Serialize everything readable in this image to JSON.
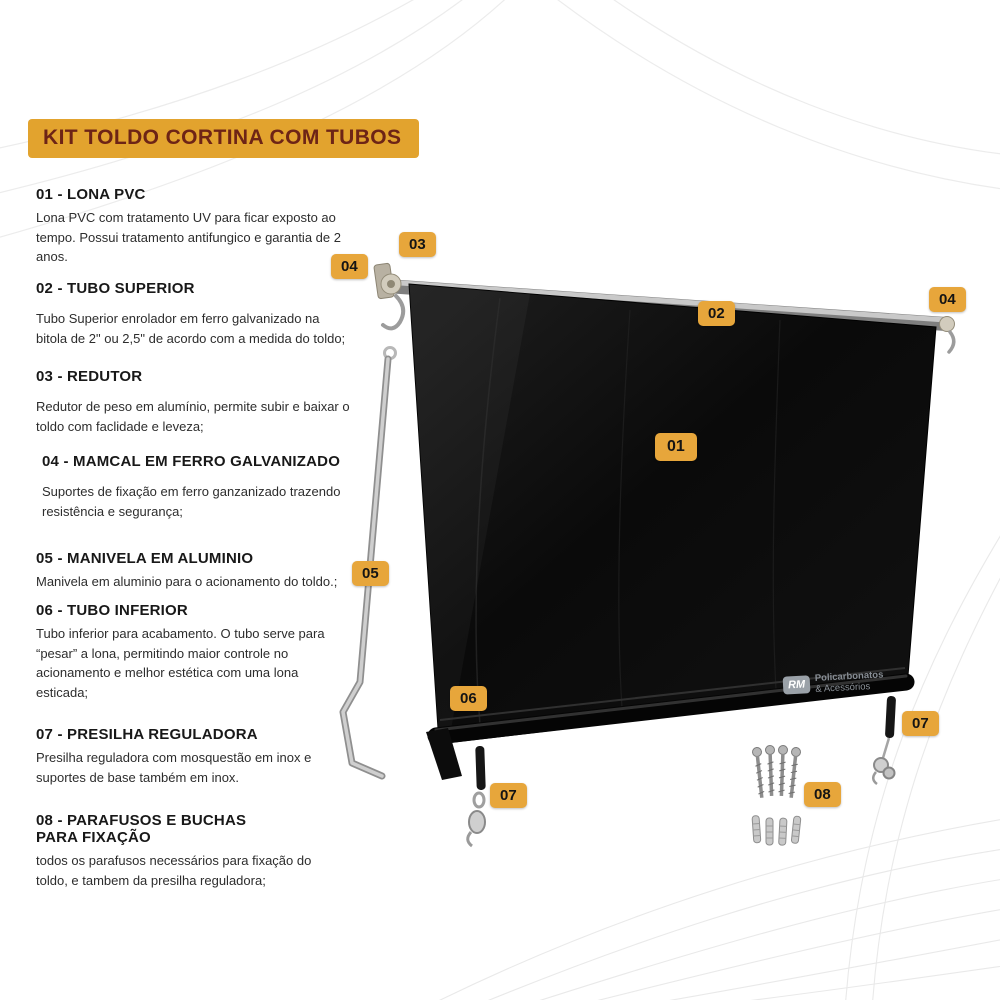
{
  "title": "KIT TOLDO CORTINA COM TUBOS",
  "items": [
    {
      "heading": "01 - LONA PVC",
      "body": "Lona PVC com tratamento UV para ficar exposto ao tempo. Possui tratamento antifungico e garantia de 2 anos."
    },
    {
      "heading": "02 - TUBO SUPERIOR",
      "body": "Tubo Superior enrolador em ferro galvanizado na bitola de 2\" ou 2,5\" de acordo com a medida do toldo;"
    },
    {
      "heading": "03 - REDUTOR",
      "body": "Redutor de peso em alumínio, permite subir e baixar o toldo com faclidade e leveza;"
    },
    {
      "heading": "04 - MAMCAL  EM FERRO GALVANIZADO",
      "body": "Suportes de fixação em ferro ganzanizado trazendo resistência e segurança;"
    },
    {
      "heading": "05 - MANIVELA EM ALUMINIO",
      "body": "Manivela em aluminio para o acionamento do toldo.;"
    },
    {
      "heading": "06 - TUBO INFERIOR",
      "body": "Tubo inferior para acabamento. O tubo serve para “pesar” a lona, permitindo maior controle no acionamento e melhor estética com uma lona esticada;"
    },
    {
      "heading": "07 - PRESILHA REGULADORA",
      "body": "Presilha reguladora com mosquestão em inox e suportes de base também em inox."
    },
    {
      "heading": "08 - PARAFUSOS E BUCHAS PARA FIXAÇÃO",
      "body": "todos os parafusos necessários para fixação do toldo, e tambem da presilha reguladora;"
    }
  ],
  "callouts": {
    "c01": "01",
    "c02": "02",
    "c03": "03",
    "c04": "04",
    "c05": "05",
    "c06": "06",
    "c07": "07",
    "c08": "08"
  },
  "watermark": {
    "initials": "RM",
    "line1": "Policarbonatos",
    "line2": "& Acessórios"
  },
  "colors": {
    "badge_gold": "#E7A63B",
    "title_bg": "#E2A32E",
    "title_text": "#6D2416",
    "tarp_black": "#0d0d0d"
  }
}
